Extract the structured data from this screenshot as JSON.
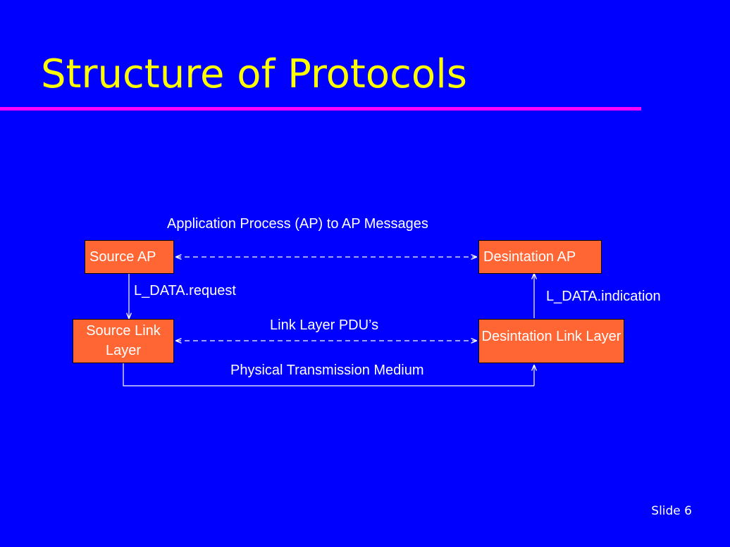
{
  "slide": {
    "title": "Structure of Protocols",
    "footer": "Slide 6"
  },
  "diagram": {
    "nodes": {
      "source_ap": "Source AP",
      "destination_ap": "Desintation AP",
      "source_link_layer": "Source Link Layer",
      "destination_link_layer": "Desintation Link Layer"
    },
    "edges": {
      "ap_to_ap": "Application Process (AP) to AP Messages",
      "data_request": "L_DATA.request",
      "data_indication": "L_DATA.indication",
      "link_pdus": "Link Layer PDU’s",
      "physical_medium": "Physical Transmission Medium"
    },
    "colors": {
      "background": "#0000ff",
      "title": "#ffff00",
      "title_rule": "#ff00ff",
      "node_fill": "#ff6633",
      "text": "#ffffff"
    }
  }
}
